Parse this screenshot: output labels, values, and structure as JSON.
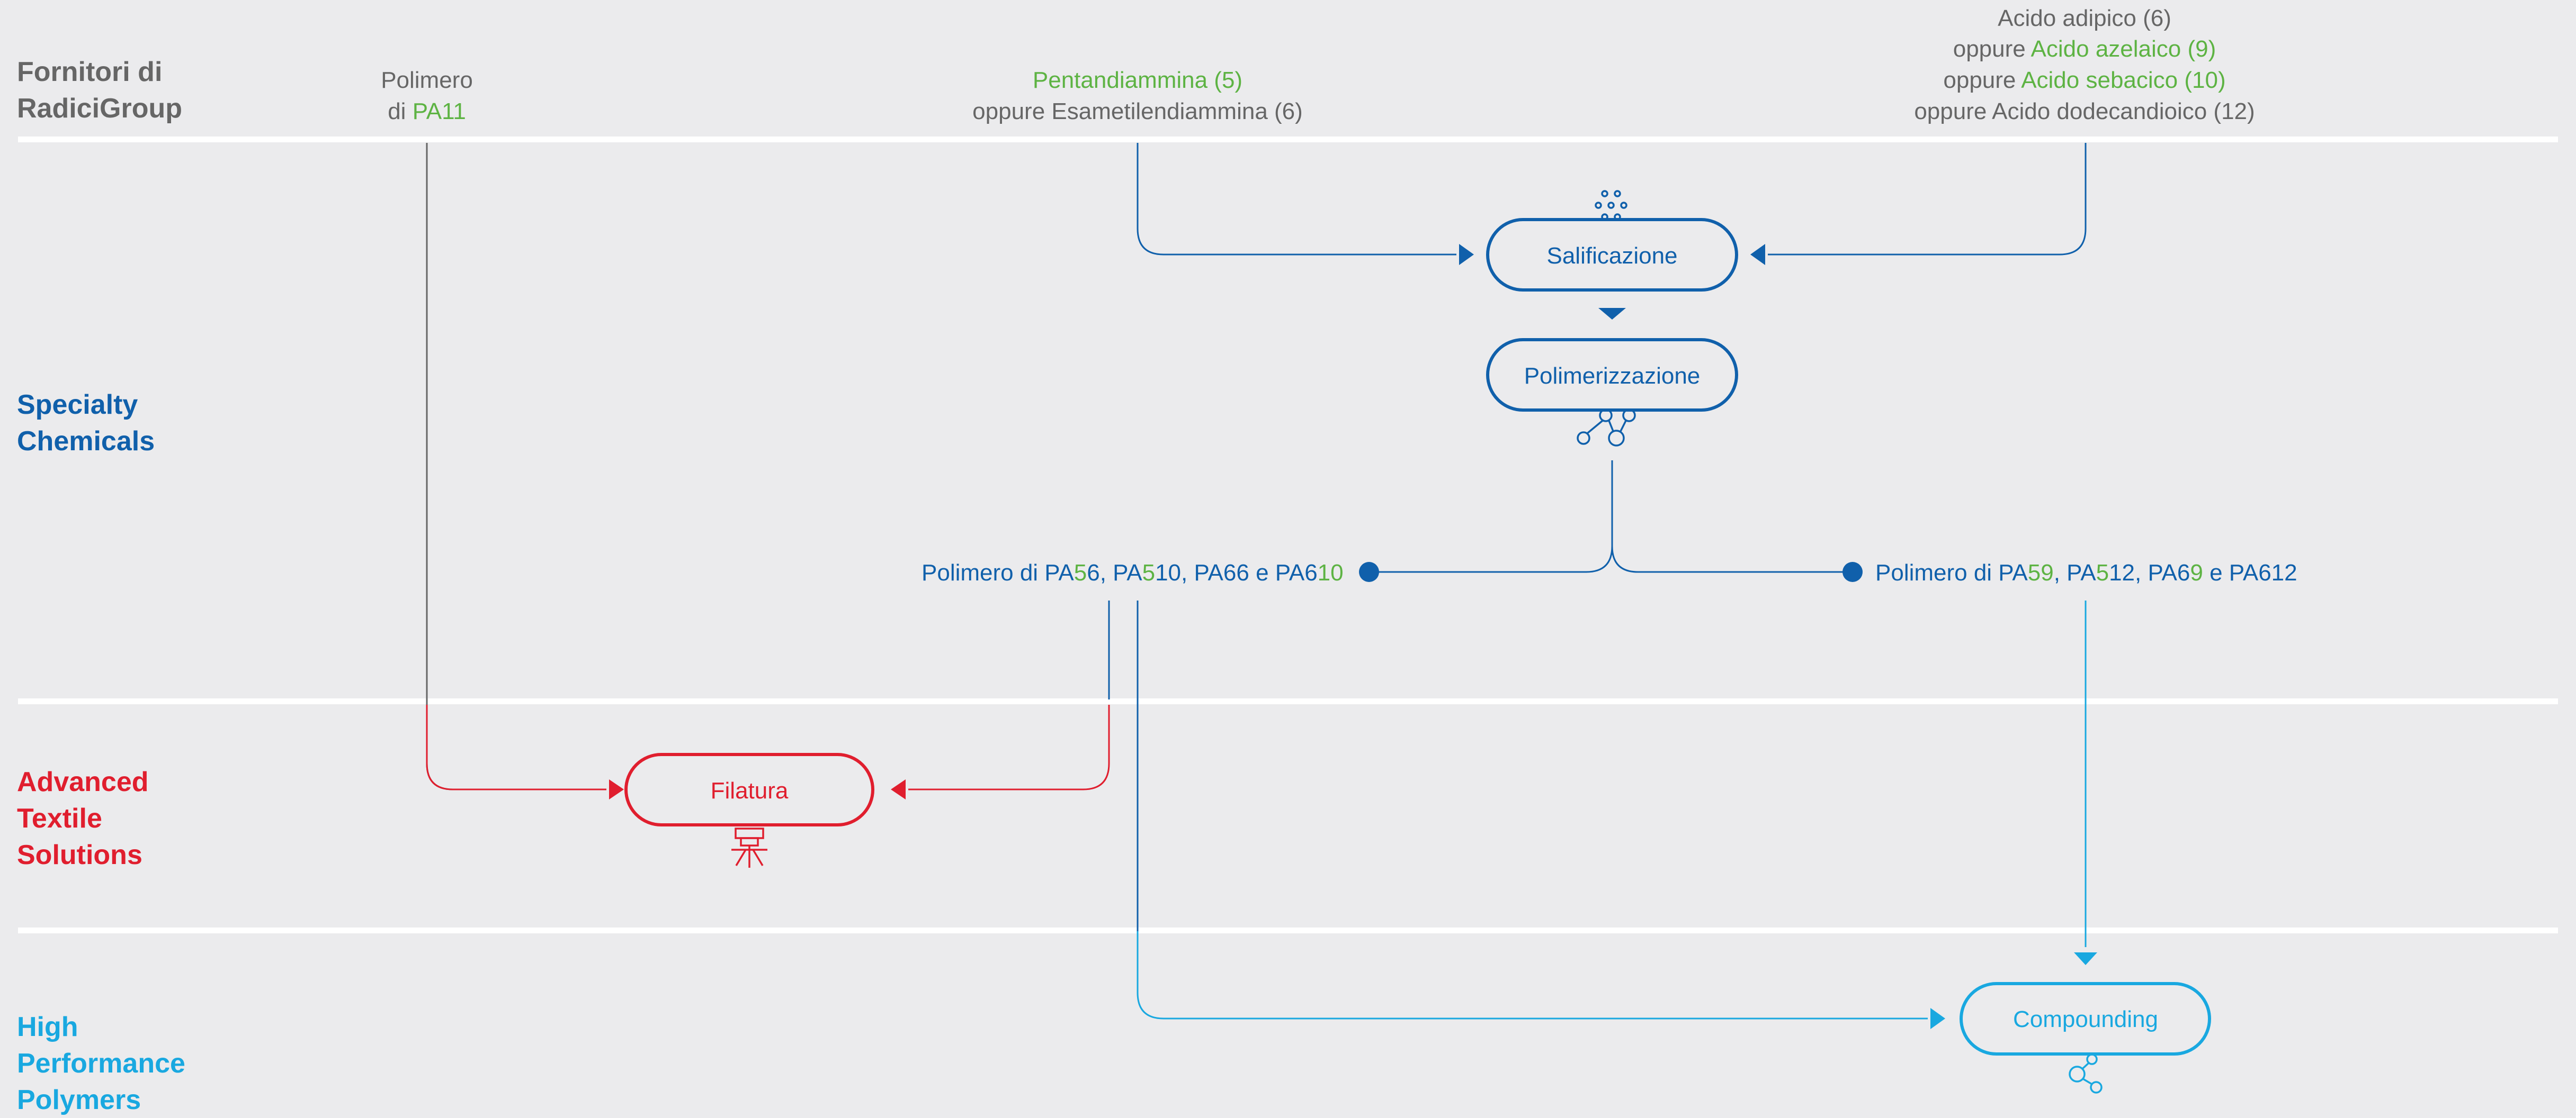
{
  "colors": {
    "background": "#ebebed",
    "divider": "#ffffff",
    "gray_text": "#666666",
    "green": "#5db343",
    "specialty_blue": "#1060ab",
    "textile_red": "#e01e2e",
    "polymers_cyan": "#19a8e0"
  },
  "rows": {
    "suppliers": {
      "line1": "Fornitori di",
      "line2": "RadiciGroup"
    },
    "specialty": {
      "line1": "Specialty",
      "line2": "Chemicals"
    },
    "textile": {
      "line1": "Advanced",
      "line2": "Textile",
      "line3": "Solutions"
    },
    "polymers": {
      "line1": "High",
      "line2": "Performance",
      "line3": "Polymers"
    }
  },
  "inputs": {
    "pa11": {
      "line1": "Polimero",
      "line2_prefix": "di ",
      "line2_highlight": "PA11"
    },
    "diamines": {
      "line1": "Pentandiammina (5)",
      "line2": "oppure Esametilendiammina (6)"
    },
    "acids": {
      "line1": "Acido adipico (6)",
      "line2_prefix": "oppure ",
      "line2_highlight": "Acido azelaico (9)",
      "line3_prefix": "oppure ",
      "line3_highlight": "Acido sebacico (10)",
      "line4": "oppure Acido dodecandioico (12)"
    }
  },
  "process": {
    "salification": "Salificazione",
    "polymerization": "Polimerizzazione",
    "spinning": "Filatura",
    "compounding": "Compounding"
  },
  "icons": {
    "salification": "molecule-cluster-icon",
    "polymerization": "polymer-chain-icon",
    "spinning": "spinneret-icon",
    "compounding": "compound-molecule-icon"
  },
  "outputs": {
    "left": {
      "t1": "Polimero di PA",
      "t2": "5",
      "t3": "6, PA",
      "t4": "5",
      "t5": "10, PA66 e PA6",
      "t6": "10"
    },
    "right": {
      "t1": "Polimero di PA",
      "t2": "59",
      "t3": ", PA",
      "t4": "5",
      "t5": "12, PA6",
      "t6": "9",
      "t7": " e PA612"
    }
  }
}
